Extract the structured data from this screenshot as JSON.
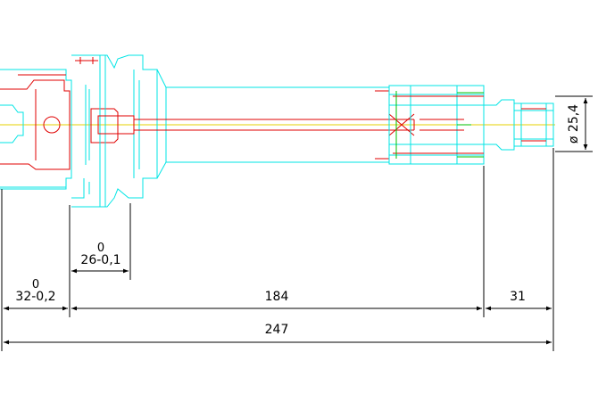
{
  "colors": {
    "outline": "#00e5e5",
    "section": "#e00000",
    "centerline": "#e6d200",
    "dimension": "#000000",
    "accent_green": "#00c000",
    "background": "#ffffff"
  },
  "dimensions": {
    "d1_tol_upper": "0",
    "d1_value": "32-0,2",
    "d2_tol_upper": "0",
    "d2_value": "26-0,1",
    "d3_value": "184",
    "d4_value": "31",
    "d5_value": "247",
    "d6_value": "ø 25,4"
  }
}
